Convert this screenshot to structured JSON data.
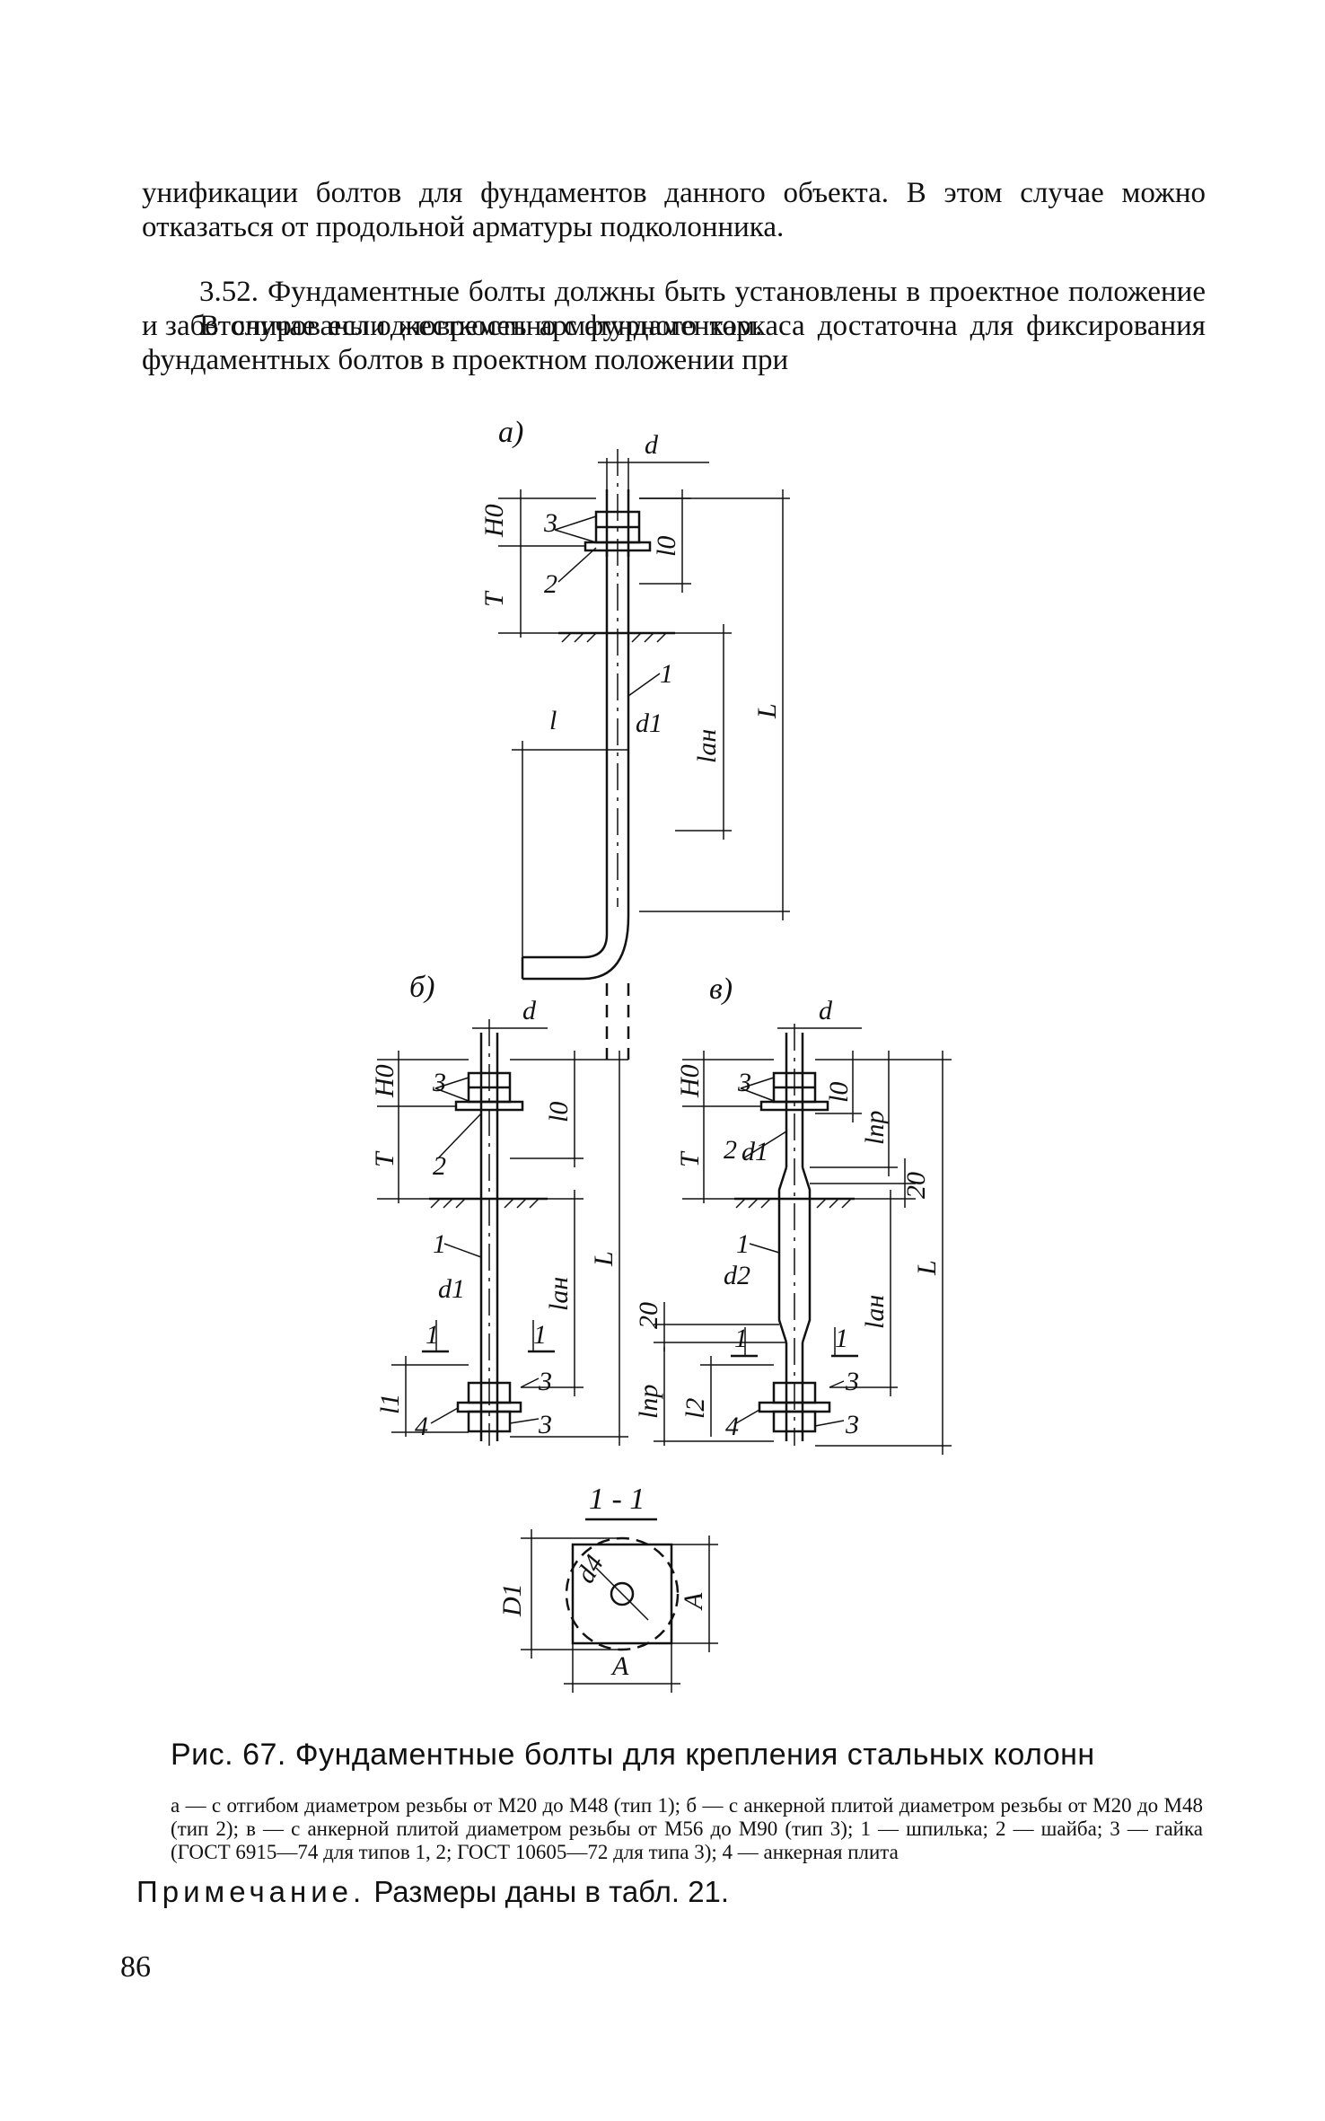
{
  "text": {
    "p1": "унификации болтов для фундаментов данного объекта. В этом случае можно отказаться от продольной арматуры подколонника.",
    "p2": "3.52. Фундаментные болты должны быть установлены в проектное положение и забетонированы одновременно с фундаментом.",
    "p3": "В случае если жесткость арматурного каркаса достаточна для фиксирования фундаментных болтов в проектном положении при"
  },
  "figure": {
    "panel_a": "а)",
    "panel_b": "б)",
    "panel_c": "в)",
    "section": "1 - 1",
    "labels": {
      "d": "d",
      "H0": "H0",
      "T": "T",
      "l0": "l0",
      "L": "L",
      "lan": "lан",
      "d1": "d1",
      "d2": "d2",
      "d4": "d4",
      "l": "l",
      "l1": "l1",
      "l2": "l2",
      "lnp": "lпр",
      "dim20": "20",
      "D1": "D1",
      "A": "A",
      "n1": "1",
      "n2": "2",
      "n3": "3",
      "n4": "4",
      "cut": "1"
    }
  },
  "caption": "Рис. 67. Фундаментные болты для крепления стальных колонн",
  "legend": "а — с отгибом диаметром резьбы от М20 до М48 (тип 1); б — с анкерной плитой диаметром резьбы от М20 до М48 (тип 2); в — с анкерной плитой диаметром резьбы от М56 до М90 (тип 3); 1 — шпилька; 2 — шайба; 3 — гайка (ГОСТ 6915—74 для типов 1, 2; ГОСТ 10605—72 для типа 3); 4 — анкерная плита",
  "note": {
    "label": "Примечание.",
    "text": " Размеры даны в табл. 21."
  },
  "page_number": "86"
}
